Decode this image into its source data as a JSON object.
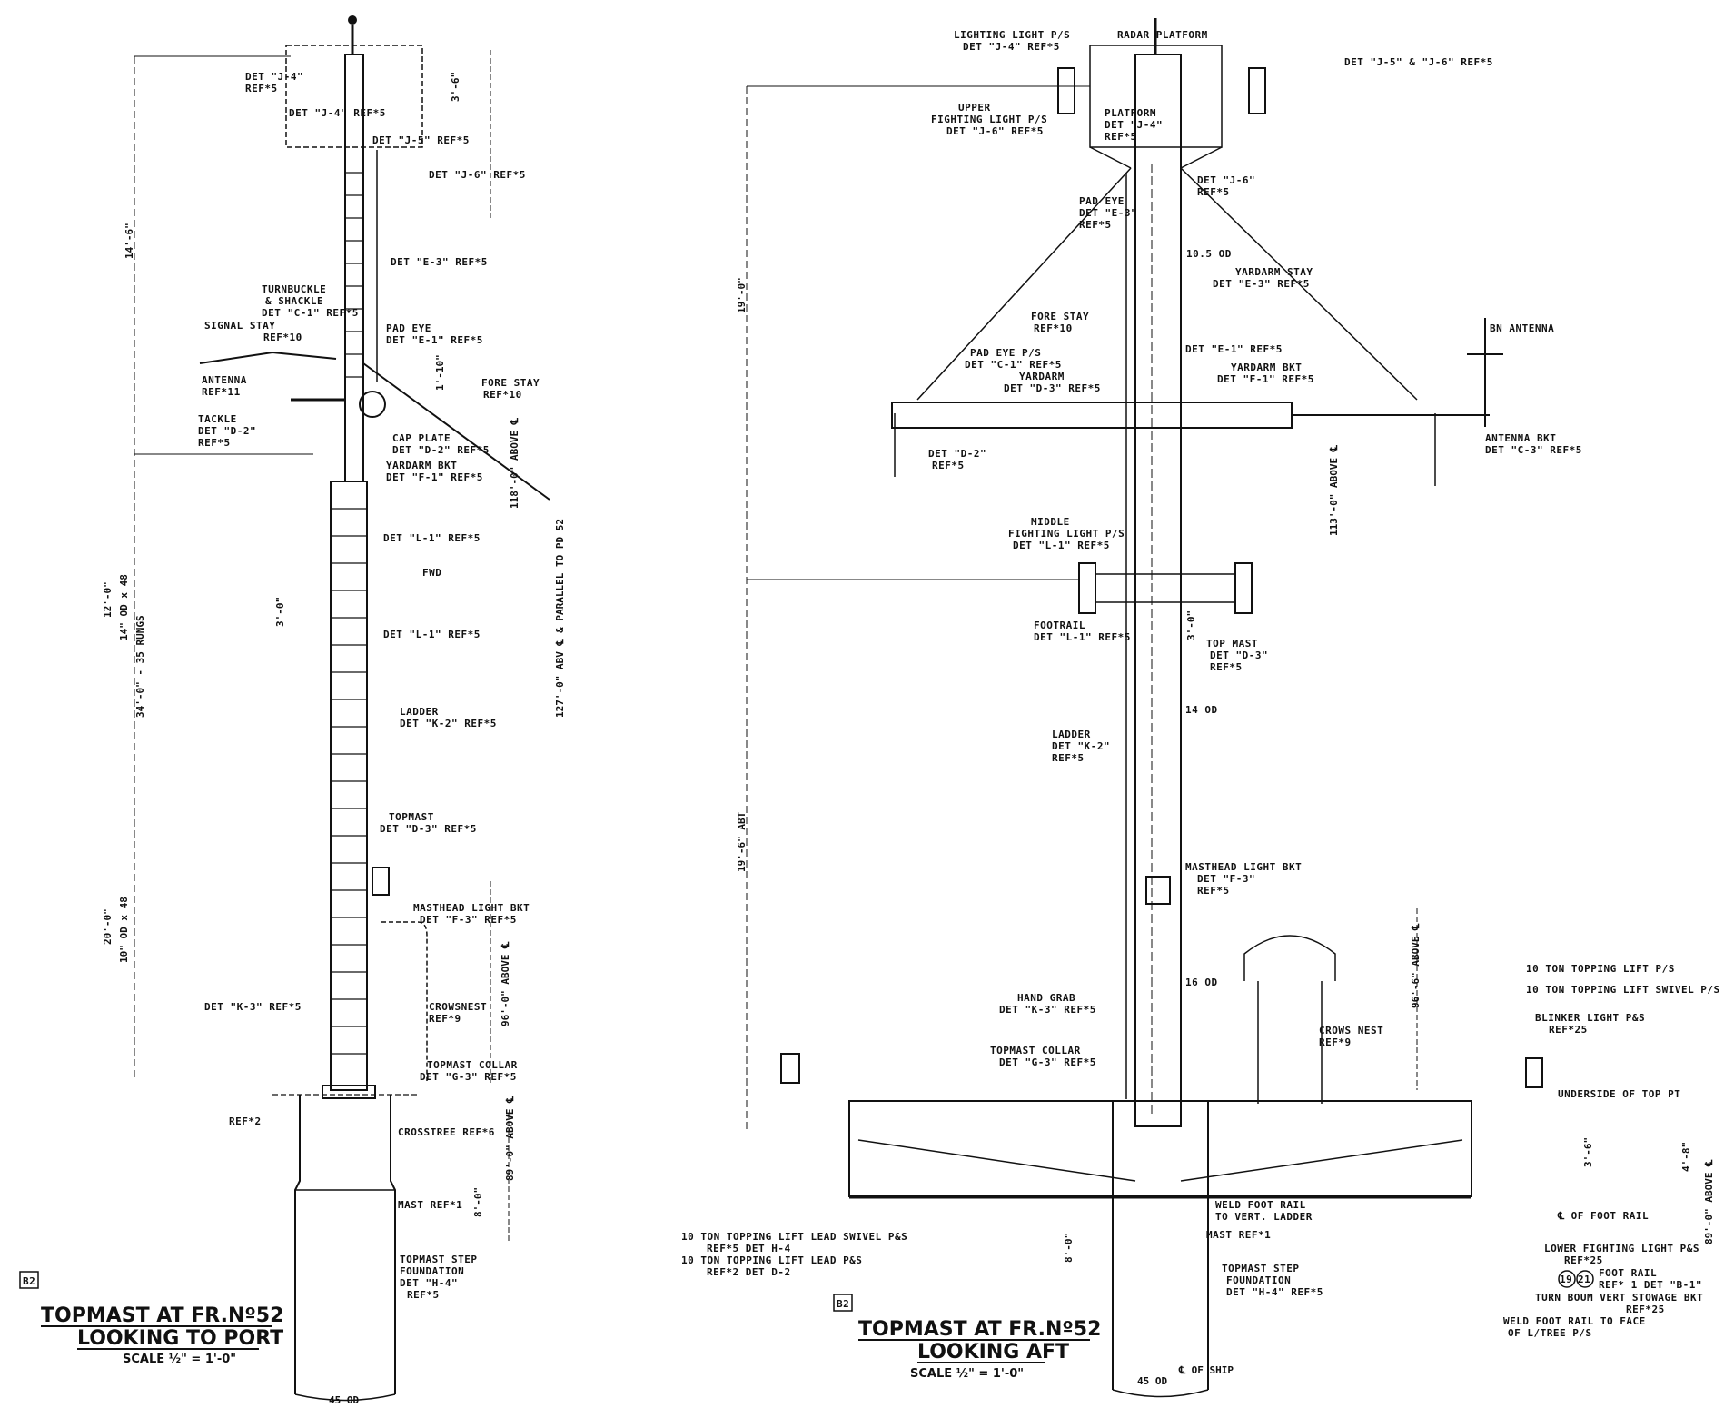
{
  "left_view": {
    "title": "TOPMAST AT FR.Nº52",
    "subtitle": "LOOKING TO PORT",
    "scale": "SCALE ½\" = 1'-0\"",
    "sheet_mark": "B2",
    "labels": {
      "det_j4_top": "DET \"J-4\"",
      "ref_5a": "REF*5",
      "det_j4_ref5_left": "DET \"J-4\" REF*5",
      "det_j5_ref5": "DET \"J-5\" REF*5",
      "det_j6_ref5": "DET \"J-6\" REF*5",
      "det_e3_ref5": "DET \"E-3\" REF*5",
      "turnbuckle": "TURNBUCKLE",
      "shackle": "& SHACKLE",
      "turnbuckle_det": "DET \"C-1\" REF*5",
      "signal_stay": "SIGNAL STAY",
      "signal_ref": "REF*10",
      "pad_eye": "PAD EYE",
      "pad_eye_det": "DET \"E-1\" REF*5",
      "antenna": "ANTENNA",
      "antenna_ref": "REF*11",
      "forestay": "FORE STAY",
      "forestay_ref": "REF*10",
      "tackle": "TACKLE",
      "tackle_det": "DET \"D-2\"",
      "tackle_ref": "REF*5",
      "cap_plate": "CAP PLATE",
      "cap_plate_det": "DET \"D-2\" REF*5",
      "yardarm_bkt": "YARDARM BKT",
      "yardarm_bkt_det": "DET \"F-1\" REF*5",
      "det_l1_a": "DET \"L-1\" REF*5",
      "fwd": "FWD",
      "det_l1_b": "DET \"L-1\" REF*5",
      "ladder": "LADDER",
      "ladder_det": "DET \"K-2\" REF*5",
      "topmast": "TOPMAST",
      "topmast_det": "DET \"D-3\" REF*5",
      "masthead_light": "MASTHEAD LIGHT BKT",
      "masthead_light_det": "DET \"F-3\" REF*5",
      "det_k3": "DET \"K-3\" REF*5",
      "crowsnest": "CROWSNEST",
      "crowsnest_ref": "REF*9",
      "topmast_collar": "TOPMAST COLLAR",
      "topmast_collar_det": "DET \"G-3\" REF*5",
      "ref_2": "REF*2",
      "crosstree": "CROSSTREE REF*6",
      "mast_ref": "MAST REF*1",
      "topmast_step": "TOPMAST STEP",
      "foundation": "FOUNDATION",
      "foundation_det": "DET \"H-4\"",
      "foundation_ref": "REF*5"
    },
    "dimensions": {
      "d14_6": "14'-6\"",
      "d12_0": "12'-0\"",
      "d14od": "14\" OD x 48",
      "d34_0": "34'-0\" - 35 RUNGS",
      "d20_0": "20'-0\"",
      "d10od": "10\" OD x 48",
      "d3_6": "3'-6\"",
      "d1_10": "1'-10\"",
      "d8_0": "8'-0\"",
      "d3_0": "3'-0\"",
      "d118": "118'-0\" ABOVE ℄",
      "d127": "127'-0\" ABV ℄ & PARALLEL TO PD 52",
      "d96": "96'-0\" ABOVE ℄",
      "d89": "89'-0\" ABOVE ℄",
      "d45od": "45 OD"
    }
  },
  "right_view": {
    "title": "TOPMAST AT FR.Nº52",
    "subtitle": "LOOKING AFT",
    "scale": "SCALE ½\" = 1'-0\"",
    "sheet_mark": "B2",
    "labels": {
      "fighting_light_top": "LIGHTING LIGHT P/S",
      "top_ref": "DET \"J-4\" REF*5",
      "radar_top": "RADAR PLATFORM",
      "upper_fl": "UPPER",
      "upper_fl2": "FIGHTING LIGHT P/S",
      "upper_fl3": "DET \"J-6\" REF*5",
      "platform": "PLATFORM",
      "platform_det": "DET \"J-4\"",
      "platform_ref": "REF*5",
      "right_top": "DET \"J-5\" & \"J-6\" REF*5",
      "det_j6": "DET \"J-6\"",
      "det_j6_ref": "REF*5",
      "padeye": "PAD EYE",
      "padeye_det": "DET \"E-3\"",
      "padeye_ref": "REF*5",
      "od_1050": "10.5 OD",
      "yardarm_stay": "YARDARM STAY",
      "yardarm_stay_det": "DET \"E-3\" REF*5",
      "forestay": "FORE STAY",
      "forestay_ref": "REF*10",
      "bn_antenna": "BN ANTENNA",
      "pad_eye2": "PAD EYE P/S",
      "pad_eye2_det": "DET \"C-1\" REF*5",
      "det_e1": "DET \"E-1\" REF*5",
      "yardarm_bkt": "YARDARM BKT",
      "yardarm_bkt_det": "DET \"F-1\" REF*5",
      "yardarm": "YARDARM",
      "yardarm_det": "DET \"D-3\" REF*5",
      "det_d2": "DET \"D-2\"",
      "det_d2_ref": "REF*5",
      "antenna_bkt": "ANTENNA BKT",
      "antenna_bkt_det": "DET \"C-3\" REF*5",
      "middle": "MIDDLE",
      "middle2": "FIGHTING LIGHT P/S",
      "middle3": "DET \"L-1\" REF*5",
      "footrail": "FOOTRAIL",
      "footrail_det": "DET \"L-1\" REF*5",
      "topmast": "TOP MAST",
      "topmast_det": "DET \"D-3\"",
      "topmast_ref": "REF*5",
      "od_14": "14 OD",
      "ladder": "LADDER",
      "ladder_det": "DET \"K-2\"",
      "ladder_ref": "REF*5",
      "masthead": "MASTHEAD LIGHT BKT",
      "masthead_det": "DET \"F-3\"",
      "masthead_ref": "REF*5",
      "topping_lift": "10 TON TOPPING LIFT P/S",
      "topping_swivel": "10 TON TOPPING LIFT SWIVEL P/S",
      "blinker": "BLINKER LIGHT P&S",
      "blinker_ref": "REF*25",
      "hand_grab": "HAND GRAB",
      "hand_grab_det": "DET \"K-3\" REF*5",
      "od_16": "16 OD",
      "crowsnest": "CROWS NEST",
      "crowsnest_ref": "REF*9",
      "topmast_collar": "TOPMAST COLLAR",
      "topmast_collar_det": "DET \"G-3\" REF*5",
      "underside": "UNDERSIDE OF TOP PT",
      "weld_foot": "WELD FOOT RAIL",
      "weld_foot2": "TO VERT. LADDER",
      "mast_ref": "MAST REF*1",
      "foot_rail_c": "℄ OF FOOT RAIL",
      "lower_fl": "LOWER FIGHTING LIGHT P&S",
      "lower_fl_ref": "REF*25",
      "lead_swivel": "10 TON TOPPING LIFT LEAD SWIVEL P&S",
      "lead_swivel_ref": "REF*5 DET H-4",
      "lead_swivel2": "10 TON TOPPING LIFT LEAD P&S",
      "lead_swivel2_ref": "REF*2 DET D-2",
      "step": "TOPMAST STEP",
      "step_found": "FOUNDATION",
      "step_det": "DET \"H-4\" REF*5",
      "foot_rail_num": "FOOT RAIL",
      "foot_rail_num2": "REF* 1 DET \"B-1\"",
      "stowage": "TURN BOUM VERT STOWAGE BKT",
      "stowage_ref": "REF*25",
      "weld_foot3": "WELD FOOT RAIL TO FACE",
      "weld_foot4": "OF L/TREE P/S",
      "circle_a": "19",
      "circle_b": "21"
    },
    "dimensions": {
      "d19_0": "19'-0\"",
      "d19_6": "19'-6\" ABT",
      "d113": "113'-0\" ABOVE ℄",
      "d96": "96'-6\" ABOVE ℄",
      "d89": "89'-0\" ABOVE ℄",
      "d8_0": "8'-0\"",
      "d3_0": "3'-0\"",
      "d3_6": "3'-6\"",
      "d4_8": "4'-8\"",
      "d45od": "45 OD",
      "d_ship": "℄ OF SHIP"
    }
  }
}
